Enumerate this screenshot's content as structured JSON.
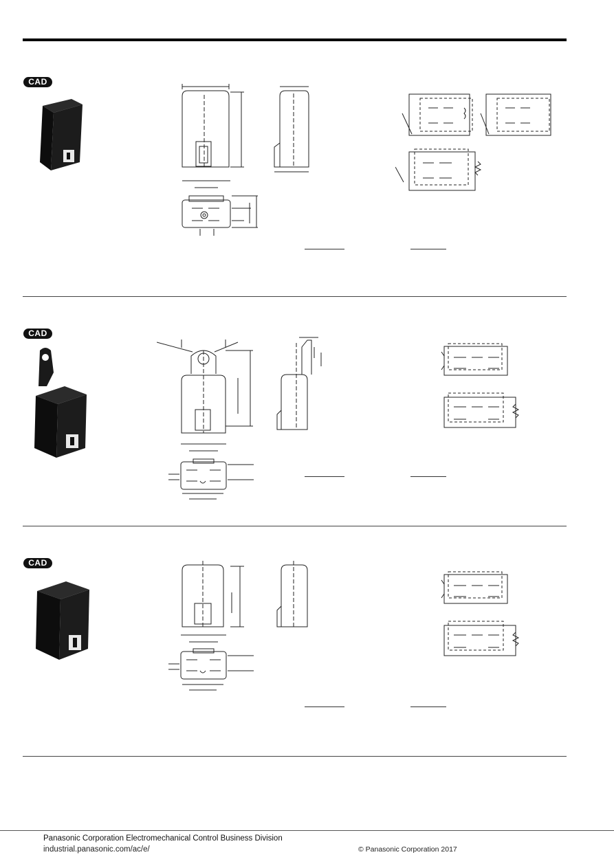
{
  "sections": [
    {
      "badge": "CAD"
    },
    {
      "badge": "CAD"
    },
    {
      "badge": "CAD"
    }
  ],
  "footer": {
    "company": "Panasonic Corporation Electromechanical Control Business Division",
    "url": "industrial.panasonic.com/ac/e/",
    "copyright": "© Panasonic Corporation 2017"
  }
}
